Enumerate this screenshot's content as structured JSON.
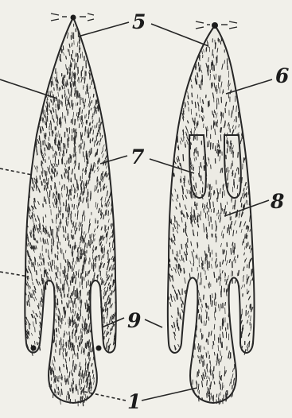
{
  "figure": {
    "labels": {
      "n5": "5",
      "n6": "6",
      "n7": "7",
      "n8": "8",
      "n9": "9",
      "n1": "1"
    },
    "colors": {
      "ink": "#262626",
      "paper": "#f1f0ea"
    }
  }
}
